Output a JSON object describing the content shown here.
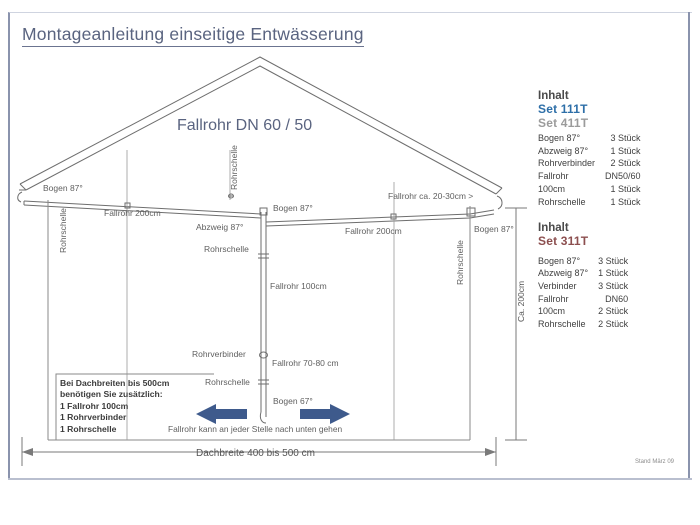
{
  "document": {
    "title": "Montageanleitung einseitige Entwässerung",
    "footer_stamp": "Stand März 09"
  },
  "diagram": {
    "main_label": "Fallrohr DN 60 / 50",
    "labels": {
      "bogen_left": "Bogen 87°",
      "rohrschelle_left": "Rohrschelle",
      "fallrohr_200_left": "Fallrohr 200cm",
      "rohrschelle_peak": "Rohrschelle",
      "abzweig_center": "Abzweig 87°",
      "bogen_center": "Bogen 87°",
      "rohrschelle_center": "Rohrschelle",
      "fallrohr_200_right": "Fallrohr 200cm",
      "fallrohr_kurz_right": "Fallrohr ca. 20-30cm >",
      "bogen_right": "Bogen 87°",
      "rohrschelle_right": "Rohrschelle",
      "fallrohr_100": "Fallrohr 100cm",
      "rohrverbinder": "Rohrverbinder",
      "fallrohr_70_80": "Fallrohr 70-80 cm",
      "rohrschelle_bottom": "Rohrschelle",
      "bogen_67": "Bogen 67°"
    },
    "dimensions": {
      "width_label": "Dachbreite 400 bis 500 cm",
      "height_label": "Ca. 200cm"
    },
    "hint": "Fallrohr kann an jeder Stelle nach unten gehen",
    "arrow_color": "#3e5a8c"
  },
  "note": {
    "lines": [
      "Bei Dachbreiten bis 500cm",
      "benötigen Sie zusätzlich:",
      "1 Fallrohr 100cm",
      "1 Rohrverbinder",
      "1 Rohrschelle"
    ]
  },
  "panels": [
    {
      "heading": "Inhalt",
      "set_primary": "Set 111T",
      "set_primary_color": "#2e6fa8",
      "set_secondary": "Set 411T",
      "set_secondary_color": "#9b9b9b",
      "rows": [
        {
          "part": "Bogen 87°",
          "qty": "3 Stück"
        },
        {
          "part": "Abzweig 87°",
          "qty": "1 Stück"
        },
        {
          "part": "Rohrverbinder",
          "qty": "2 Stück"
        },
        {
          "part": "Fallrohr",
          "qty": "DN50/60"
        },
        {
          "part": "100cm",
          "qty": "1 Stück"
        },
        {
          "part": "Rohrschelle",
          "qty": "1 Stück"
        }
      ]
    },
    {
      "heading": "Inhalt",
      "set_primary": "Set 311T",
      "set_primary_color": "#8c4f4f",
      "set_secondary": "",
      "set_secondary_color": "#9b9b9b",
      "rows": [
        {
          "part": "Bogen 87°",
          "qty": "3 Stück"
        },
        {
          "part": "Abzweig 87°",
          "qty": "1 Stück"
        },
        {
          "part": "Verbinder",
          "qty": "3 Stück"
        },
        {
          "part": "Fallrohr",
          "qty": "DN60"
        },
        {
          "part": "100cm",
          "qty": "2 Stück"
        },
        {
          "part": "Rohrschelle",
          "qty": "2 Stück"
        }
      ]
    }
  ]
}
